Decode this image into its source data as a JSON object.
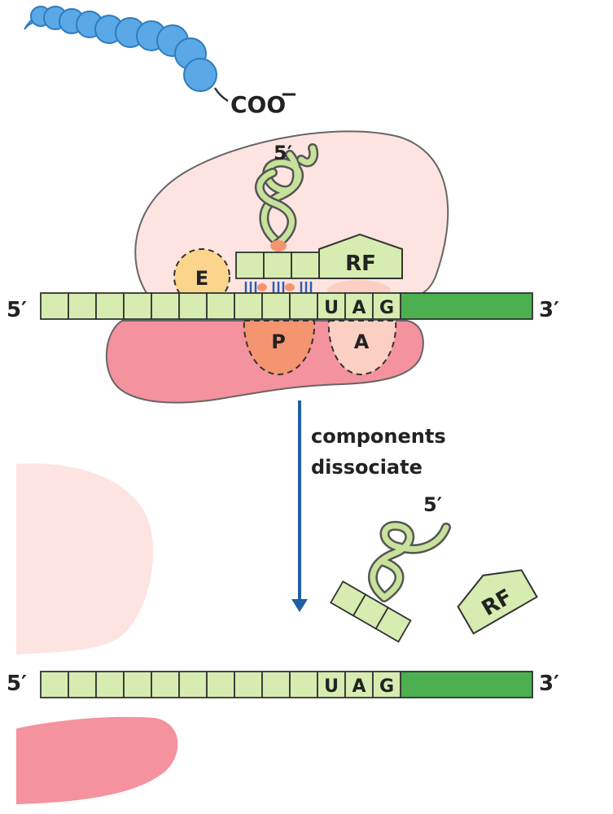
{
  "colors": {
    "large_subunit": "#fde4e1",
    "small_subunit": "#f4929d",
    "codon_light": "#d6ecb0",
    "codon_dark": "#4caf50",
    "outline": "#555555",
    "peptide_blue": "#5aa9e6",
    "arrow_blue": "#1f5fa8",
    "e_site": "#fbd58b",
    "p_site": "#f4956f",
    "a_site": "#fbd0c2",
    "bond_blue": "#2a5fb0",
    "bond_orange": "#f4956f"
  },
  "top": {
    "carboxyl_label": "COO",
    "carboxyl_charge": "−",
    "trna_five_prime": "5′",
    "release_factor": "RF",
    "site_e": "E",
    "site_p": "P",
    "site_a": "A",
    "mrna": {
      "five_prime": "5′",
      "three_prime": "3′",
      "stop_codon": [
        "U",
        "A",
        "G"
      ]
    }
  },
  "step_label": [
    "components",
    "dissociate"
  ],
  "bottom": {
    "trna_five_prime": "5′",
    "release_factor": "RF",
    "mrna": {
      "five_prime": "5′",
      "three_prime": "3′",
      "stop_codon": [
        "U",
        "A",
        "G"
      ]
    }
  }
}
